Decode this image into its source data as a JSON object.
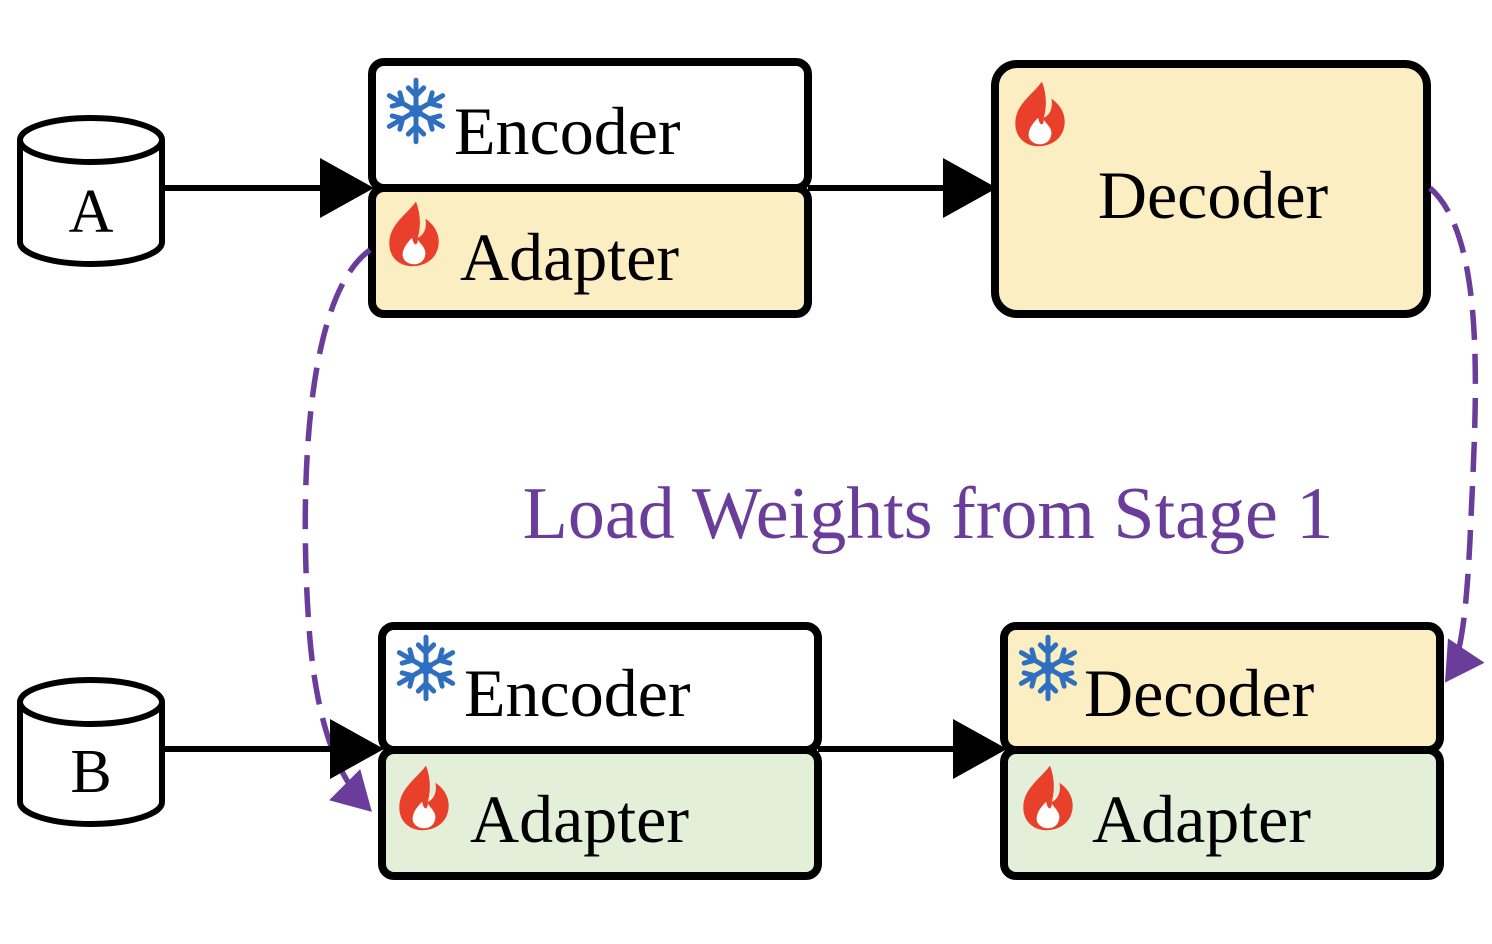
{
  "colors": {
    "frozen_box": "#ffffff",
    "trainable_box": "#faeec2",
    "stage2_adapter_box": "#e3efd9",
    "load_arrow": "#6a3d9a",
    "snowflake_icon": "#2f6fc0",
    "flame_icon": "#e8402a"
  },
  "stage1": {
    "dataset_label": "A",
    "encoder": {
      "label": "Encoder",
      "icon": "snowflake-icon"
    },
    "adapter": {
      "label": "Adapter",
      "icon": "flame-icon"
    },
    "decoder": {
      "label": "Decoder",
      "icon": "flame-icon"
    }
  },
  "stage2": {
    "dataset_label": "B",
    "encoder": {
      "label": "Encoder",
      "icon": "snowflake-icon"
    },
    "adapter": {
      "label": "Adapter",
      "icon": "flame-icon"
    },
    "decoder": {
      "label": "Decoder",
      "icon": "snowflake-icon"
    },
    "decoder_adapter": {
      "label": "Adapter",
      "icon": "flame-icon"
    }
  },
  "load_weights_label": "Load Weights from Stage 1"
}
